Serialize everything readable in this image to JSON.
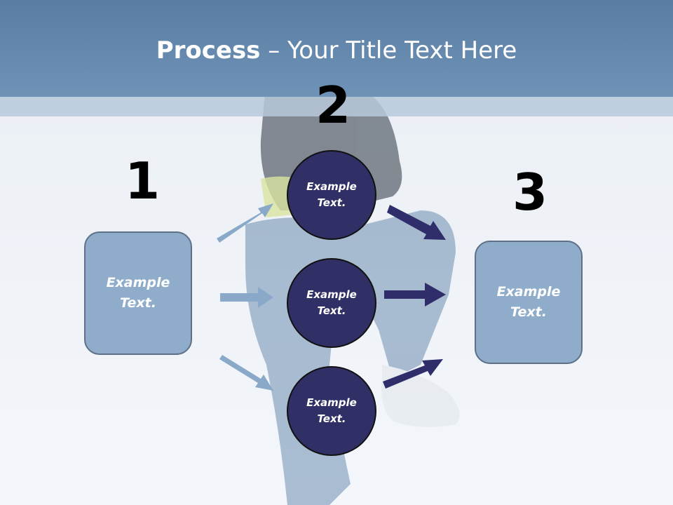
{
  "slide": {
    "title_bold": "Process",
    "title_rest": " – Your Title Text Here"
  },
  "steps": {
    "one": "1",
    "two": "2",
    "three": "3"
  },
  "boxes": {
    "left": "Example Text.",
    "right": "Example Text."
  },
  "circles": {
    "top": "Example Text.",
    "middle": "Example Text.",
    "bottom": "Example Text."
  },
  "colors": {
    "header": "#6f93b7",
    "box_fill": "#8fadcb",
    "circle_fill": "#302f66",
    "light_arrow": "#8aa9c9",
    "dark_arrow": "#2f2d6a"
  }
}
